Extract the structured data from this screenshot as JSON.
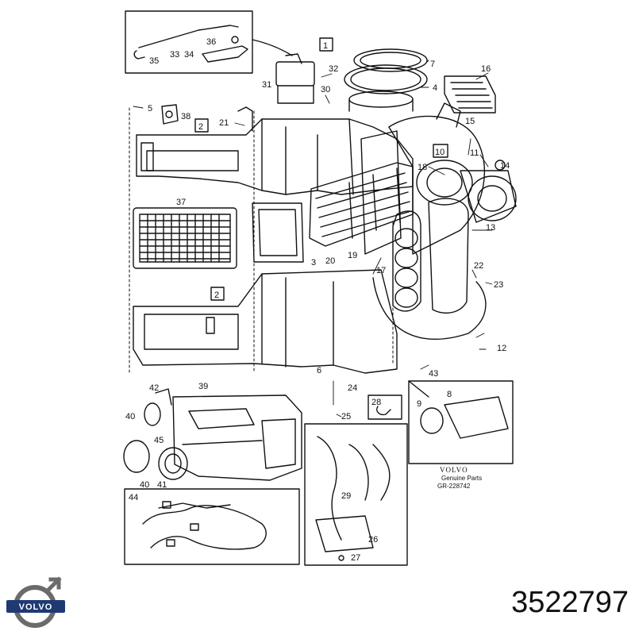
{
  "callouts": {
    "c1": "1",
    "c2a": "2",
    "c2b": "2",
    "c3": "3",
    "c4": "4",
    "c5": "5",
    "c6": "6",
    "c7": "7",
    "c8": "8",
    "c9": "9",
    "c10": "10",
    "c11": "11",
    "c12": "12",
    "c13": "13",
    "c14": "14",
    "c15": "15",
    "c16": "16",
    "c17": "17",
    "c18": "18",
    "c19": "19",
    "c20": "20",
    "c21": "21",
    "c22": "22",
    "c23": "23",
    "c24": "24",
    "c25": "25",
    "c26": "26",
    "c27": "27",
    "c28": "28",
    "c29": "29",
    "c30": "30",
    "c31": "31",
    "c32": "32",
    "c33": "33",
    "c34": "34",
    "c35": "35",
    "c36": "36",
    "c37": "37",
    "c38": "38",
    "c39": "39",
    "c40a": "40",
    "c40b": "40",
    "c41": "41",
    "c42": "42",
    "c43": "43",
    "c44": "44",
    "c45": "45"
  },
  "caption": {
    "brand": "VOLVO",
    "line1": "Genuine Parts",
    "line2": "GR-228742"
  },
  "logo": {
    "text": "VOLVO"
  },
  "part_number": "3522797"
}
